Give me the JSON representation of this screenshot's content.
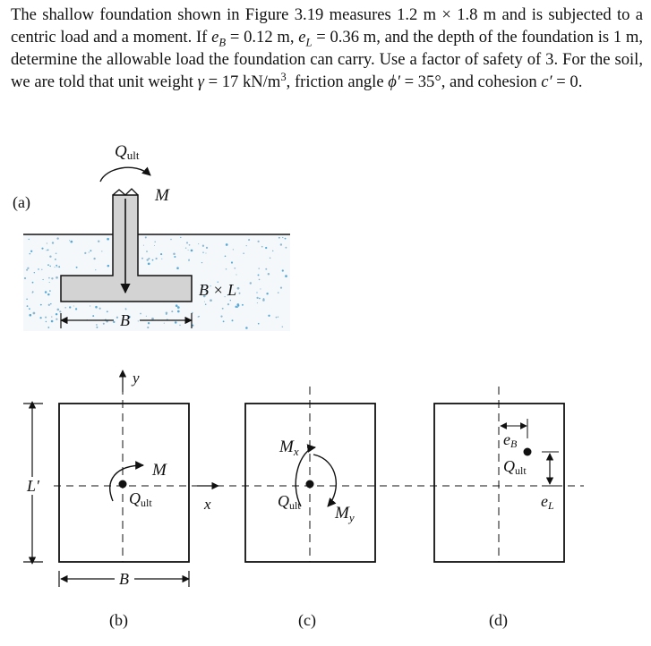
{
  "problem": {
    "part1": "The shallow foundation shown in Figure 3.19 measures 1.2 m × 1.8 m and is subjected to a centric load and a moment. If ",
    "eb_sym": "e",
    "eb_sub": "B",
    "eb_val": " = 0.12 m, ",
    "el_sym": "e",
    "el_sub": "L",
    "el_val": " = 0.36 m, and the depth of the foundation is 1 m, determine the allowable load the foundation can carry. Use a factor of safety of 3. For the soil, we are told that unit weight ",
    "gamma_sym": "γ",
    "gamma_val": " = 17 kN/m",
    "gamma_exp": "3",
    "part2": ", friction angle ",
    "phi_sym": "ϕ′",
    "phi_val": " = 35°, and cohesion ",
    "c_sym": "c′",
    "c_val": " = 0."
  },
  "figure": {
    "a": {
      "caption": "(a)",
      "load_label": "Q",
      "load_sub": "ult",
      "moment_label": "M",
      "dim_label": "B × L",
      "width_label": "B"
    },
    "b": {
      "caption": "(b)",
      "y_axis": "y",
      "x_axis": "x",
      "moment_label": "M",
      "load_label": "Q",
      "load_sub": "ult",
      "length_label": "L′",
      "width_label": "B"
    },
    "c": {
      "caption": "(c)",
      "mx_label": "M",
      "mx_sub": "x",
      "my_label": "M",
      "my_sub": "y",
      "load_label": "Q",
      "load_sub": "ult"
    },
    "d": {
      "caption": "(d)",
      "eb_label": "e",
      "eb_sub": "B",
      "el_label": "e",
      "el_sub": "L",
      "load_label": "Q",
      "load_sub": "ult"
    }
  }
}
